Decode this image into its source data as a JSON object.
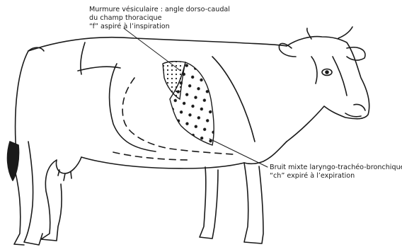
{
  "annotations": {
    "upper": {
      "lines": [
        "Murmure vésiculaire : angle dorso-caudal",
        "du champ thoracique",
        "“f” aspiré à l’inspiration"
      ]
    },
    "lower": {
      "lines": [
        "Bruit mixte laryngo-trachéo-bronchique",
        "“ch” expiré à l’expiration"
      ]
    }
  },
  "colors": {
    "ink": "#1a1a1a",
    "background": "#ffffff"
  },
  "regions": [
    {
      "name": "dorso-caudal-zone",
      "fill": "small-dots"
    },
    {
      "name": "thoracic-zone",
      "fill": "large-dots"
    }
  ]
}
